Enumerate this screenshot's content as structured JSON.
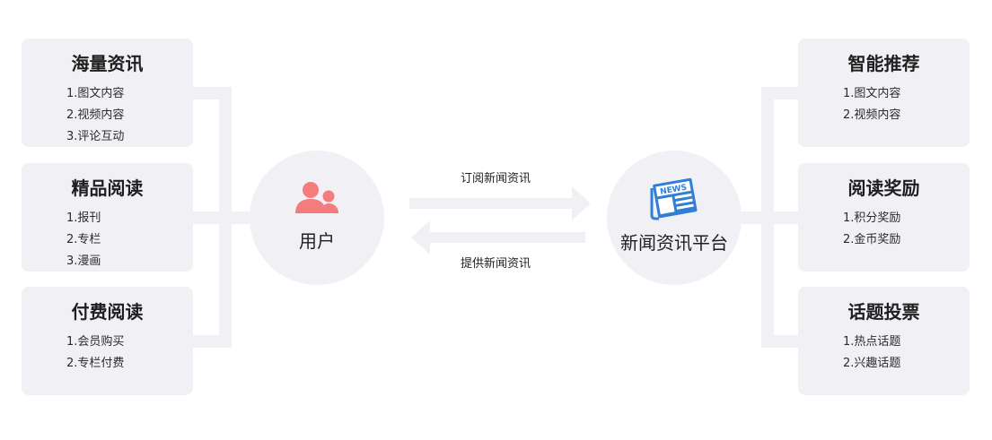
{
  "left_cards": [
    {
      "title": "海量资讯",
      "items": [
        "1.图文内容",
        "2.视频内容",
        "3.评论互动"
      ]
    },
    {
      "title": "精品阅读",
      "items": [
        "1.报刊",
        "2.专栏",
        "3.漫画"
      ]
    },
    {
      "title": "付费阅读",
      "items": [
        "1.会员购买",
        "2.专栏付费"
      ]
    }
  ],
  "right_cards": [
    {
      "title": "智能推荐",
      "items": [
        "1.图文内容",
        "2.视频内容"
      ]
    },
    {
      "title": "阅读奖励",
      "items": [
        "1.积分奖励",
        "2.金币奖励"
      ]
    },
    {
      "title": "话题投票",
      "items": [
        "1.热点话题",
        "2.兴趣话题"
      ]
    }
  ],
  "user": {
    "label": "用户",
    "icon": "users-icon",
    "icon_color": "#f47c7c"
  },
  "platform": {
    "label": "新闻资讯平台",
    "icon": "newspaper-icon",
    "icon_color": "#2f7fd8",
    "icon_text": "NEWS"
  },
  "arrows": {
    "to_platform": "订阅新闻资讯",
    "to_user": "提供新闻资讯"
  },
  "colors": {
    "panel": "#f1f0f5",
    "arrow": "#f1f0f5"
  }
}
